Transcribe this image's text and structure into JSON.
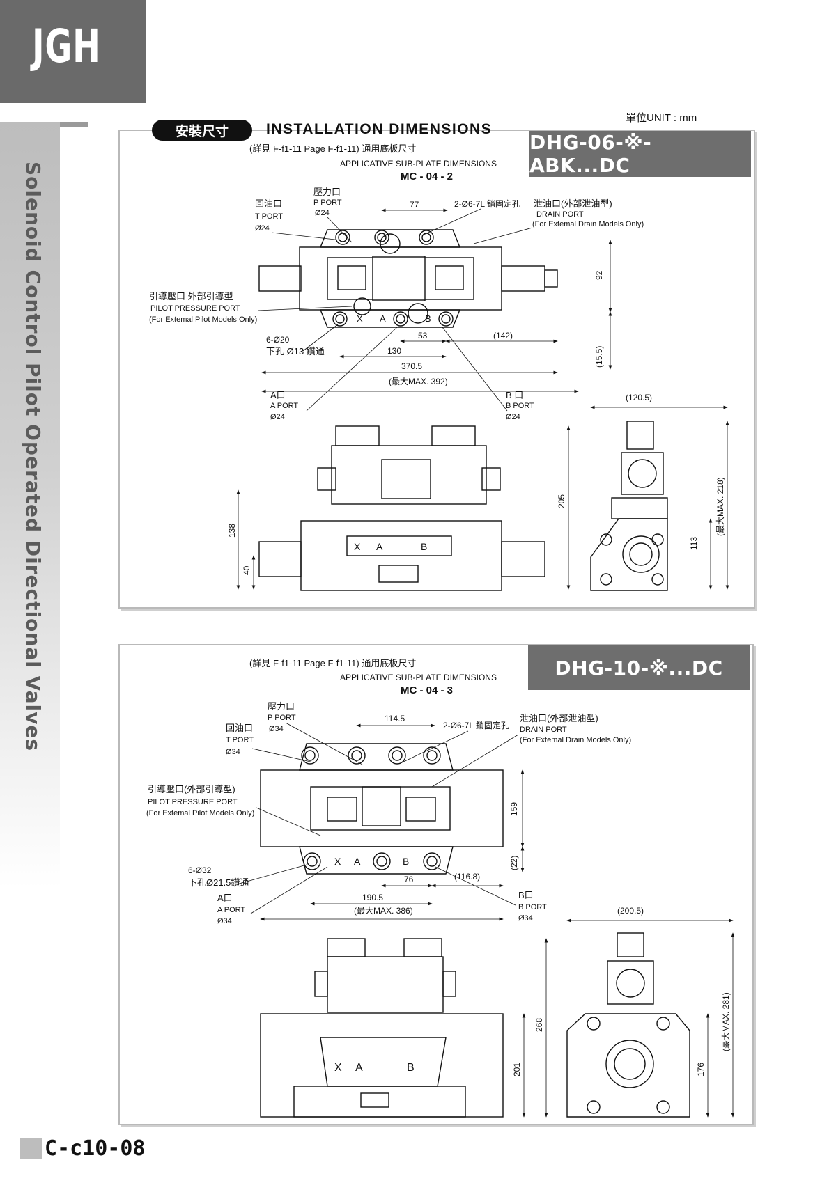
{
  "header": {
    "logo": "JGH",
    "unit": "單位UNIT : mm"
  },
  "side_title": "Solenoid Control Pilot Operated Directional Valves",
  "section": {
    "badge": "安裝尺寸",
    "title": "INSTALLATION DIMENSIONS"
  },
  "panel1": {
    "model": "DHG-06-※-ABK...DC",
    "ref_line": "(詳見 F-f1-11  Page F-f1-11) 通用底板尺寸",
    "subplate_en": "APPLICATIVE SUB-PLATE DIMENSIONS",
    "subplate_code": "MC - 04 - 2",
    "labels": {
      "p_port_cn": "壓力口",
      "p_port": "P PORT",
      "p_dia": "Ø24",
      "t_port_cn": "回油口",
      "t_port": "T PORT",
      "t_dia": "Ø24",
      "pin": "2-Ø6-7L 銷固定孔",
      "drain_cn": "泄油口(外部泄油型)",
      "drain": "DRAIN PORT",
      "drain_note": "(For Extemal Drain Models Only)",
      "pilot_cn": "引導壓口  外部引導型",
      "pilot": "PILOT PRESSURE PORT",
      "pilot_note": "(For Extemal Pilot Models Only)",
      "holes": "6-Ø20",
      "holes_cn": "下孔 Ø13 鑽通",
      "a_cn": "A口",
      "a_port": "A PORT",
      "a_dia": "Ø24",
      "b_cn": "B 口",
      "b_port": "B PORT",
      "b_dia": "Ø24"
    },
    "dims": {
      "d77": "77",
      "d92": "92",
      "d53": "53",
      "d142": "(142)",
      "d130": "130",
      "d15": "(15.5)",
      "d370": "370.5",
      "dmax": "(最大MAX. 392)",
      "d120": "(120.5)",
      "d205": "205",
      "d138": "138",
      "d40": "40",
      "d113": "113",
      "d218": "(最大MAX. 218)"
    }
  },
  "panel2": {
    "model": "DHG-10-※...DC",
    "ref_line": "(詳見 F-f1-11  Page F-f1-11) 通用底板尺寸",
    "subplate_en": "APPLICATIVE SUB-PLATE DIMENSIONS",
    "subplate_code": "MC - 04 - 3",
    "labels": {
      "p_port_cn": "壓力口",
      "p_port": "P PORT",
      "p_dia": "Ø34",
      "t_port_cn": "回油口",
      "t_port": "T PORT",
      "t_dia": "Ø34",
      "pin": "2-Ø6-7L 銷固定孔",
      "drain_cn": "泄油口(外部泄油型)",
      "drain": "DRAIN PORT",
      "drain_note": "(For Extemal Drain Models Only)",
      "pilot_cn": "引導壓口(外部引導型)",
      "pilot": "PILOT PRESSURE PORT",
      "pilot_note": "(For Extemal Pilot Models Only)",
      "holes": "6-Ø32",
      "holes_cn": "下孔Ø21.5鑽通",
      "a_cn": "A口",
      "a_port": "A PORT",
      "a_dia": "Ø34",
      "b_cn": "B口",
      "b_port": "B PORT",
      "b_dia": "Ø34"
    },
    "dims": {
      "d114": "114.5",
      "d159": "159",
      "d22": "(22)",
      "d76": "76",
      "d116": "(116.8)",
      "d190": "190.5",
      "dmax": "(最大MAX. 386)",
      "d200": "(200.5)",
      "d268": "268",
      "d201": "201",
      "d176": "176",
      "d281": "(最大MAX. 281)"
    }
  },
  "footer": {
    "page": "C-c10-08"
  }
}
